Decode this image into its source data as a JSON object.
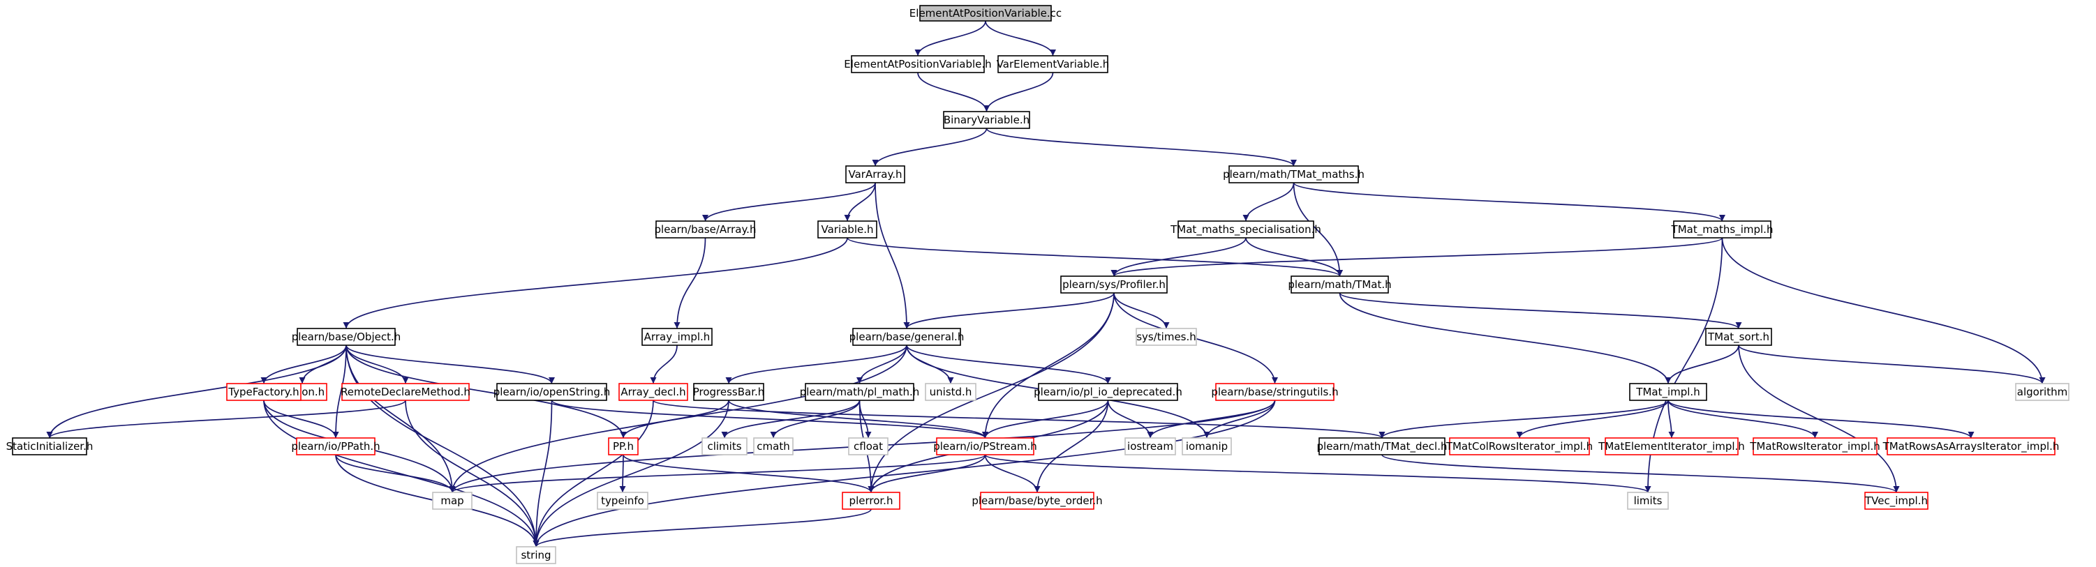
{
  "colors": {
    "edge": "#191970",
    "root_fill": "#bfbfbf",
    "normal_border": "#000000",
    "truncated_border": "#ff0000",
    "external_border": "#bfbfbf",
    "background": "#ffffff"
  },
  "graph": {
    "root": "ElementAtPositionVariable.cc",
    "nodes": [
      {
        "id": "root",
        "label": "ElementAtPositionVariable.cc",
        "style": "root"
      },
      {
        "id": "eapv_h",
        "label": "ElementAtPositionVariable.h",
        "style": "normal"
      },
      {
        "id": "vev_h",
        "label": "VarElementVariable.h",
        "style": "normal"
      },
      {
        "id": "binvar",
        "label": "BinaryVariable.h",
        "style": "normal"
      },
      {
        "id": "vararray",
        "label": "VarArray.h",
        "style": "normal"
      },
      {
        "id": "tmat_maths",
        "label": "plearn/math/TMat_maths.h",
        "style": "normal"
      },
      {
        "id": "base_array",
        "label": "plearn/base/Array.h",
        "style": "normal"
      },
      {
        "id": "variable",
        "label": "Variable.h",
        "style": "normal"
      },
      {
        "id": "tmat_spec",
        "label": "TMat_maths_specialisation.h",
        "style": "normal"
      },
      {
        "id": "tmat_maths_impl",
        "label": "TMat_maths_impl.h",
        "style": "normal"
      },
      {
        "id": "profiler",
        "label": "plearn/sys/Profiler.h",
        "style": "normal"
      },
      {
        "id": "tmat",
        "label": "plearn/math/TMat.h",
        "style": "normal"
      },
      {
        "id": "sys_times",
        "label": "sys/times.h",
        "style": "external"
      },
      {
        "id": "object",
        "label": "plearn/base/Object.h",
        "style": "normal"
      },
      {
        "id": "array_impl",
        "label": "Array_impl.h",
        "style": "normal"
      },
      {
        "id": "general",
        "label": "plearn/base/general.h",
        "style": "normal"
      },
      {
        "id": "tmat_sort",
        "label": "TMat_sort.h",
        "style": "normal"
      },
      {
        "id": "option",
        "label": "Option.h",
        "style": "truncated"
      },
      {
        "id": "rdm",
        "label": "RemoteDeclareMethod.h",
        "style": "truncated"
      },
      {
        "id": "typefactory",
        "label": "TypeFactory.h",
        "style": "truncated"
      },
      {
        "id": "openstring",
        "label": "plearn/io/openString.h",
        "style": "normal"
      },
      {
        "id": "array_decl",
        "label": "Array_decl.h",
        "style": "truncated"
      },
      {
        "id": "progressbar",
        "label": "ProgressBar.h",
        "style": "normal"
      },
      {
        "id": "pl_math",
        "label": "plearn/math/pl_math.h",
        "style": "normal"
      },
      {
        "id": "unistd",
        "label": "unistd.h",
        "style": "external"
      },
      {
        "id": "pl_io_dep",
        "label": "plearn/io/pl_io_deprecated.h",
        "style": "normal"
      },
      {
        "id": "stringutils",
        "label": "plearn/base/stringutils.h",
        "style": "truncated"
      },
      {
        "id": "tmat_impl",
        "label": "TMat_impl.h",
        "style": "normal"
      },
      {
        "id": "algorithm",
        "label": "algorithm",
        "style": "external"
      },
      {
        "id": "static_init",
        "label": "StaticInitializer.h",
        "style": "normal"
      },
      {
        "id": "pp",
        "label": "PP.h",
        "style": "truncated"
      },
      {
        "id": "ppath",
        "label": "plearn/io/PPath.h",
        "style": "truncated"
      },
      {
        "id": "climits",
        "label": "climits",
        "style": "external"
      },
      {
        "id": "cmath",
        "label": "cmath",
        "style": "external"
      },
      {
        "id": "cfloat",
        "label": "cfloat",
        "style": "external"
      },
      {
        "id": "pstream",
        "label": "plearn/io/PStream.h",
        "style": "truncated"
      },
      {
        "id": "iostream",
        "label": "iostream",
        "style": "external"
      },
      {
        "id": "iomanip",
        "label": "iomanip",
        "style": "external"
      },
      {
        "id": "tmat_decl",
        "label": "plearn/math/TMat_decl.h",
        "style": "normal"
      },
      {
        "id": "colrows_it",
        "label": "TMatColRowsIterator_impl.h",
        "style": "truncated"
      },
      {
        "id": "elem_it",
        "label": "TMatElementIterator_impl.h",
        "style": "truncated"
      },
      {
        "id": "rows_it",
        "label": "TMatRowsIterator_impl.h",
        "style": "truncated"
      },
      {
        "id": "rowsarr_it",
        "label": "TMatRowsAsArraysIterator_impl.h",
        "style": "truncated"
      },
      {
        "id": "map",
        "label": "map",
        "style": "external"
      },
      {
        "id": "typeinfo",
        "label": "typeinfo",
        "style": "external"
      },
      {
        "id": "plerror",
        "label": "plerror.h",
        "style": "truncated"
      },
      {
        "id": "byte_order",
        "label": "plearn/base/byte_order.h",
        "style": "truncated"
      },
      {
        "id": "limits",
        "label": "limits",
        "style": "external"
      },
      {
        "id": "tvec_impl",
        "label": "TVec_impl.h",
        "style": "truncated"
      },
      {
        "id": "string",
        "label": "string",
        "style": "external"
      }
    ],
    "edges": [
      [
        "root",
        "eapv_h"
      ],
      [
        "root",
        "vev_h"
      ],
      [
        "eapv_h",
        "binvar"
      ],
      [
        "vev_h",
        "binvar"
      ],
      [
        "binvar",
        "vararray"
      ],
      [
        "binvar",
        "tmat_maths"
      ],
      [
        "vararray",
        "base_array"
      ],
      [
        "vararray",
        "variable"
      ],
      [
        "vararray",
        "general"
      ],
      [
        "tmat_maths",
        "tmat_spec"
      ],
      [
        "tmat_maths",
        "tmat"
      ],
      [
        "tmat_maths",
        "tmat_maths_impl"
      ],
      [
        "base_array",
        "array_impl"
      ],
      [
        "variable",
        "object"
      ],
      [
        "variable",
        "tmat"
      ],
      [
        "tmat_spec",
        "profiler"
      ],
      [
        "tmat_spec",
        "tmat"
      ],
      [
        "tmat_maths_impl",
        "profiler"
      ],
      [
        "tmat_maths_impl",
        "algorithm"
      ],
      [
        "tmat_maths_impl",
        "limits"
      ],
      [
        "profiler",
        "general"
      ],
      [
        "profiler",
        "sys_times"
      ],
      [
        "profiler",
        "stringutils"
      ],
      [
        "profiler",
        "pstream"
      ],
      [
        "profiler",
        "plerror"
      ],
      [
        "tmat",
        "tmat_sort"
      ],
      [
        "tmat",
        "tmat_impl"
      ],
      [
        "array_impl",
        "array_decl"
      ],
      [
        "object",
        "option"
      ],
      [
        "object",
        "rdm"
      ],
      [
        "object",
        "typefactory"
      ],
      [
        "object",
        "openstring"
      ],
      [
        "object",
        "static_init"
      ],
      [
        "object",
        "pp"
      ],
      [
        "object",
        "ppath"
      ],
      [
        "object",
        "map"
      ],
      [
        "object",
        "string"
      ],
      [
        "general",
        "map"
      ],
      [
        "general",
        "progressbar"
      ],
      [
        "general",
        "pl_math"
      ],
      [
        "general",
        "unistd"
      ],
      [
        "general",
        "pl_io_dep"
      ],
      [
        "general",
        "iomanip"
      ],
      [
        "tmat_sort",
        "tmat_impl"
      ],
      [
        "tmat_sort",
        "algorithm"
      ],
      [
        "tmat_sort",
        "tvec_impl"
      ],
      [
        "rdm",
        "static_init"
      ],
      [
        "rdm",
        "string"
      ],
      [
        "typefactory",
        "ppath"
      ],
      [
        "typefactory",
        "map"
      ],
      [
        "typefactory",
        "string"
      ],
      [
        "openstring",
        "pstream"
      ],
      [
        "openstring",
        "string"
      ],
      [
        "array_decl",
        "tmat_decl"
      ],
      [
        "array_decl",
        "string"
      ],
      [
        "progressbar",
        "pp"
      ],
      [
        "progressbar",
        "pstream"
      ],
      [
        "progressbar",
        "string"
      ],
      [
        "pl_math",
        "climits"
      ],
      [
        "pl_math",
        "cmath"
      ],
      [
        "pl_math",
        "cfloat"
      ],
      [
        "pl_math",
        "plerror"
      ],
      [
        "pl_io_dep",
        "pstream"
      ],
      [
        "pl_io_dep",
        "iostream"
      ],
      [
        "pl_io_dep",
        "plerror"
      ],
      [
        "pl_io_dep",
        "byte_order"
      ],
      [
        "stringutils",
        "iostream"
      ],
      [
        "stringutils",
        "iomanip"
      ],
      [
        "stringutils",
        "map"
      ],
      [
        "stringutils",
        "string"
      ],
      [
        "tmat_impl",
        "tmat_decl"
      ],
      [
        "tmat_impl",
        "colrows_it"
      ],
      [
        "tmat_impl",
        "elem_it"
      ],
      [
        "tmat_impl",
        "rows_it"
      ],
      [
        "tmat_impl",
        "rowsarr_it"
      ],
      [
        "pp",
        "typeinfo"
      ],
      [
        "pp",
        "plerror"
      ],
      [
        "ppath",
        "map"
      ],
      [
        "ppath",
        "string"
      ],
      [
        "pstream",
        "map"
      ],
      [
        "pstream",
        "plerror"
      ],
      [
        "pstream",
        "byte_order"
      ],
      [
        "pstream",
        "limits"
      ],
      [
        "tmat_decl",
        "tvec_impl"
      ],
      [
        "plerror",
        "string"
      ]
    ]
  }
}
